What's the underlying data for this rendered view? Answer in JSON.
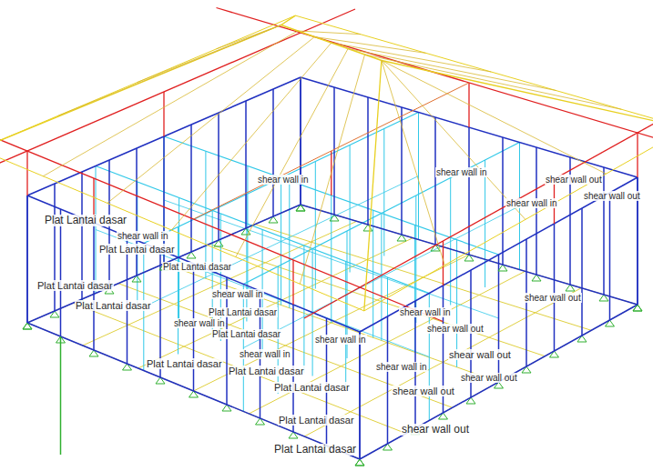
{
  "diagram": {
    "labels": [
      "Plat Lantai dasar",
      "Plat Lantai dasar",
      "Plat Lantai dasar",
      "Plat Lantai dasar",
      "Plat Lantai dasar",
      "Plat Lantai dasar",
      "Plat Lantai dasar",
      "Plat Lantai dasar",
      "Plat Lantai dasar",
      "Plat Lantai dasar",
      "Plat Lantai dasar",
      "Plat Lantai dasar",
      "shear wall in",
      "shear wall in",
      "shear wall in",
      "shear wall in",
      "shear wall in",
      "shear wall in",
      "shear wall in",
      "shear wall in",
      "shear wall in",
      "shear wall in",
      "shear wall out",
      "shear wall out",
      "shear wall out",
      "shear wall out",
      "shear wall out",
      "shear wall out",
      "shear wall out",
      "shear wall out"
    ]
  }
}
